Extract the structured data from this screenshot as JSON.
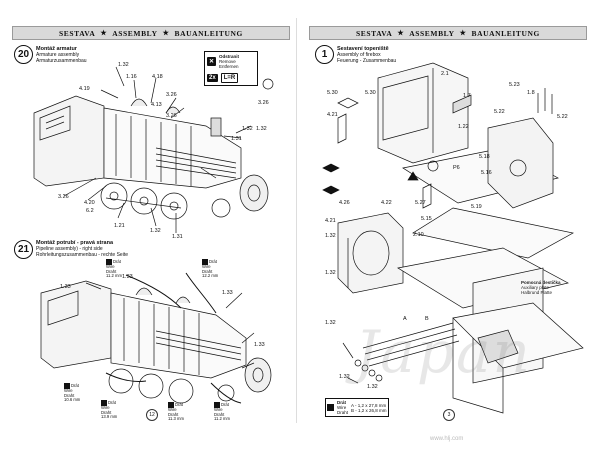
{
  "header": {
    "left": [
      "SESTAVA",
      "ASSEMBLY",
      "BAUANLEITUNG"
    ],
    "right": [
      "SESTAVA",
      "ASSEMBLY",
      "BAUANLEITUNG"
    ]
  },
  "left_page": {
    "page_number": "12",
    "step20": {
      "number": "20",
      "title_cz": "Montáž armatur",
      "title_en": "Armature assembly",
      "title_de": "Armaturzusammenbau",
      "legend": {
        "remove_cz": "Odstranit",
        "remove_en": "Remove",
        "remove_de": "Entfernen",
        "count": "2x",
        "mirror": "L=R"
      },
      "labels": [
        "1.32",
        "4.19",
        "1.16",
        "4.18",
        "3.26",
        "4.13",
        "3.26",
        "1.32",
        "1.31",
        "1.32",
        "3.26",
        "4.20",
        "6.2",
        "1.21",
        "1.32",
        "1.31",
        "3.26"
      ]
    },
    "step21": {
      "number": "21",
      "title_cz": "Montáž potrubí - pravá strana",
      "title_en": "Pipeline assembly) - right side",
      "title_de": "Rohrleitungszusammenbau - rechte Seite",
      "labels": [
        "1.33",
        "1.33",
        "1.33",
        "1.33"
      ],
      "wires": [
        {
          "cz": "Drát",
          "en": "Wire",
          "de": "Draht",
          "size": "11.2 mm"
        },
        {
          "cz": "Drát",
          "en": "Wire",
          "de": "Draht",
          "size": "12.2 mm"
        },
        {
          "cz": "Drát",
          "en": "Wire",
          "de": "Draht",
          "size": "10.6 mm"
        },
        {
          "cz": "Drát",
          "en": "Wire",
          "de": "Draht",
          "size": "13.9 mm"
        },
        {
          "cz": "Drát",
          "en": "Wire",
          "de": "Draht",
          "size": "11.3 mm"
        },
        {
          "cz": "Drát",
          "en": "Wire",
          "de": "Draht",
          "size": "11.2 mm"
        }
      ]
    }
  },
  "right_page": {
    "page_number": "3",
    "step1": {
      "number": "1",
      "title_cz": "Sestavení topeniště",
      "title_en": "Assembly of firebox",
      "title_de": "Feuerung - Zusammenbau",
      "labels": [
        "2.1",
        "5.30",
        "5.30",
        "1.7",
        "5.23",
        "1.8",
        "4.21",
        "5.22",
        "5.22",
        "1.22",
        "5.18",
        "P6",
        "5.16",
        "5.27",
        "4.22",
        "4.26",
        "5.15",
        "5.19",
        "2.10",
        "4.21",
        "1.32",
        "1.32",
        "1.32",
        "1.32",
        "A",
        "B",
        "1.32"
      ],
      "plate_note": {
        "cz": "Pomocná destička",
        "en": "Auxiliary plate",
        "de": "Halbrund Platte"
      },
      "wire_legend": {
        "cz": "Drát",
        "en": "Wire",
        "de": "Draht",
        "a": "A - 1,2 x 27,8 mm",
        "b": "B - 1,2 x 26,8 mm"
      }
    }
  },
  "watermark": "Japan",
  "footer_url": "www.hlj.com"
}
